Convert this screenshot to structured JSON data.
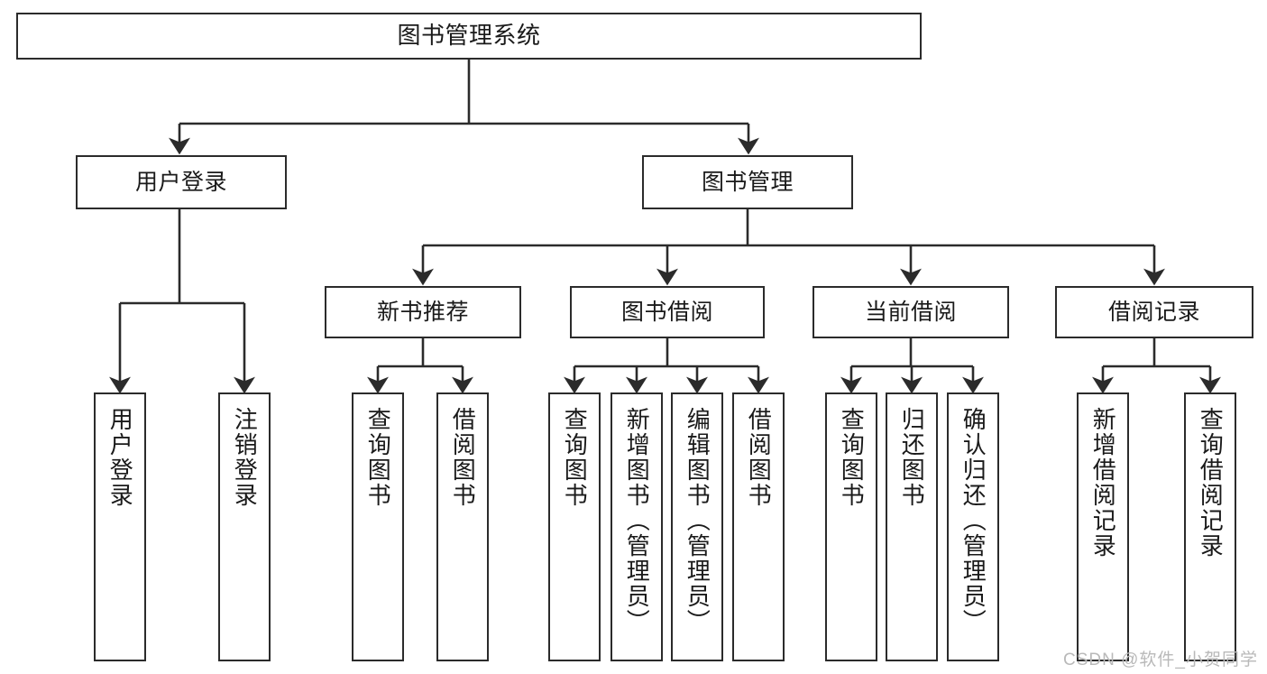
{
  "diagram": {
    "type": "tree-hierarchy-chart",
    "title": "图书管理系统",
    "colors": {
      "box_border": "#2b2b2b",
      "box_fill": "#ffffff",
      "connector": "#2b2b2b",
      "text": "#1a1a1a",
      "watermark": "#b9b9b9",
      "background": "#ffffff"
    },
    "root": {
      "label": "图书管理系统"
    },
    "level2": [
      {
        "label": "用户登录"
      },
      {
        "label": "图书管理"
      }
    ],
    "level3": [
      {
        "label": "新书推荐"
      },
      {
        "label": "图书借阅"
      },
      {
        "label": "当前借阅"
      },
      {
        "label": "借阅记录"
      }
    ],
    "leaves": {
      "user_login": [
        {
          "label": "用户登录"
        },
        {
          "label": "注销登录"
        }
      ],
      "new_book_recommend": [
        {
          "label": "查询图书"
        },
        {
          "label": "借阅图书"
        }
      ],
      "book_borrow": [
        {
          "label": "查询图书"
        },
        {
          "label": "新增图书（管理员）"
        },
        {
          "label": "编辑图书（管理员）"
        },
        {
          "label": "借阅图书"
        }
      ],
      "current_borrow": [
        {
          "label": "查询图书"
        },
        {
          "label": "归还图书"
        },
        {
          "label": "确认归还（管理员）"
        }
      ],
      "borrow_record": [
        {
          "label": "新增借阅记录"
        },
        {
          "label": "查询借阅记录"
        }
      ]
    },
    "watermark": "CSDN @软件_小贺同学"
  }
}
